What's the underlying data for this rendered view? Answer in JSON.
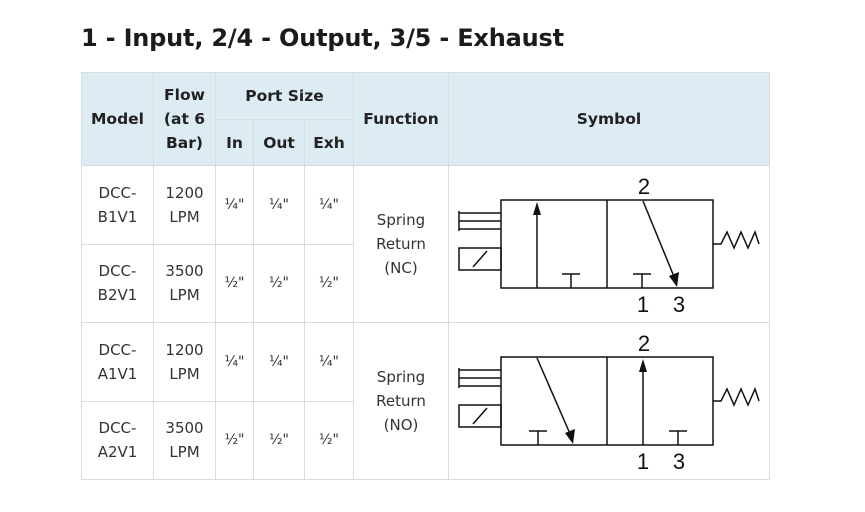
{
  "title": "1 - Input, 2/4 - Output, 3/5 - Exhaust",
  "headers": {
    "model": "Model",
    "flow": "Flow\n(at 6\nBar)",
    "port_size": "Port Size",
    "in": "In",
    "out": "Out",
    "exh": "Exh",
    "function": "Function",
    "symbol": "Symbol"
  },
  "rows": [
    {
      "model": "DCC-\nB1V1",
      "flow": "1200\nLPM",
      "in": "¼\"",
      "out": "¼\"",
      "exh": "¼\""
    },
    {
      "model": "DCC-\nB2V1",
      "flow": "3500\nLPM",
      "in": "½\"",
      "out": "½\"",
      "exh": "½\""
    },
    {
      "model": "DCC-\nA1V1",
      "flow": "1200\nLPM",
      "in": "¼\"",
      "out": "¼\"",
      "exh": "¼\""
    },
    {
      "model": "DCC-\nA2V1",
      "flow": "3500\nLPM",
      "in": "½\"",
      "out": "½\"",
      "exh": "½\""
    }
  ],
  "groups": [
    {
      "function": "Spring\nReturn\n(NC)",
      "symbol": {
        "port_top": "2",
        "port_bottom_left": "1",
        "port_bottom_right": "3"
      }
    },
    {
      "function": "Spring\nReturn\n(NO)",
      "symbol": {
        "port_top": "2",
        "port_bottom_left": "1",
        "port_bottom_right": "3"
      }
    }
  ]
}
